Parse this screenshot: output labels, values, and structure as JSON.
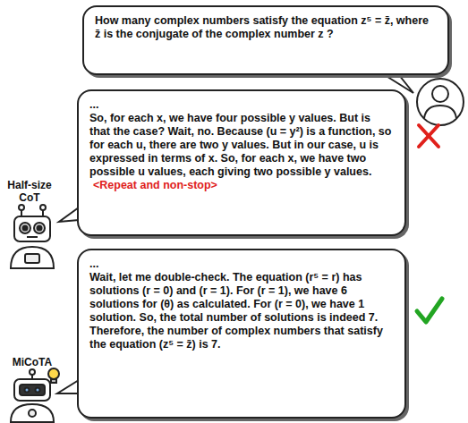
{
  "diagram": {
    "nodes": [
      {
        "text": [
          "How many complex numbers satisfy the equation z⁵ = z̄, where z̄ is the conjugate of the complex number z ?"
        ]
      },
      {
        "text": [
          "...",
          "So, for each x, we have four possible y values. But is that the case? Wait, no. Because (u = y²) is a function, so for each u, there are two y values. But in our case, u is expressed in terms of x. So, for each x, we have two possible u values, each giving two possible y values.",
          "<Repeat and non-stop>"
        ]
      },
      {
        "text": [
          "...",
          "Wait, let me double-check. The equation (r⁵ = r) has solutions (r = 0) and (r = 1). For (r = 1), we have 6 solutions for (θ) as calculated. For (r = 0), we have 1 solution. So, the total number of solutions is indeed 7. Therefore, the number of complex numbers that satisfy the equation (z⁵ = z̄) is 7."
        ]
      }
    ],
    "labels": [
      "Half-size CoT",
      "MiCoTA"
    ]
  }
}
